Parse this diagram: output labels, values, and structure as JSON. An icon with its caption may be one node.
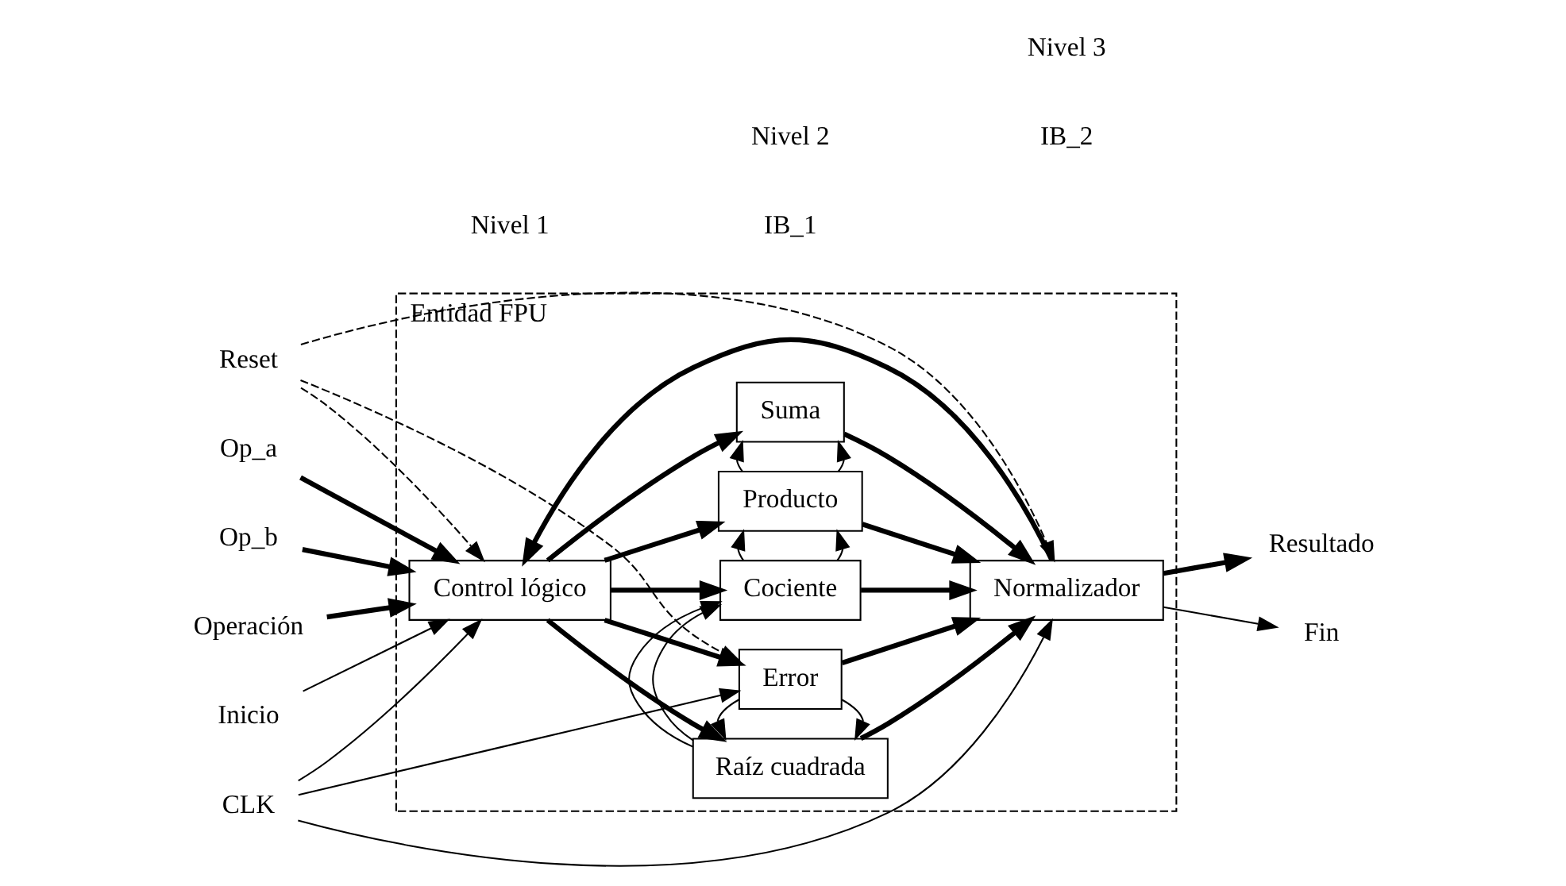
{
  "diagram": {
    "nodes": [
      {
        "text": [
          "Entidad FPU"
        ]
      },
      {
        "text": [
          "Op_a"
        ]
      },
      {
        "text": [
          "Op_b"
        ]
      },
      {
        "text": [
          "Operación"
        ]
      },
      {
        "text": [
          "Inicio"
        ]
      },
      {
        "text": [
          "Reset"
        ]
      },
      {
        "text": [
          "CLK"
        ]
      },
      {
        "text": [
          "Control lógico"
        ],
        "in": 0
      },
      {
        "text": [
          "Suma"
        ],
        "in": 0
      },
      {
        "text": [
          "Producto"
        ],
        "in": 0
      },
      {
        "text": [
          "Cociente"
        ],
        "in": 0
      },
      {
        "text": [
          "Raíz cuadrada"
        ],
        "in": 0
      },
      {
        "text": [
          "Error"
        ],
        "in": 0
      },
      {
        "text": [
          "Normalizador"
        ],
        "in": 0
      },
      {
        "text": [
          "Resultado"
        ]
      },
      {
        "text": [
          "Fin"
        ]
      }
    ],
    "edges": [
      {
        "from": 1,
        "to": 7,
        "arrow": "to",
        "style": "thick"
      },
      {
        "from": 2,
        "to": 7,
        "arrow": "to",
        "style": "thick"
      },
      {
        "from": 3,
        "to": 7,
        "arrow": "to",
        "style": "thick"
      },
      {
        "from": 4,
        "to": 7,
        "arrow": "to"
      },
      {
        "from": 5,
        "to": 7,
        "arrow": "to",
        "style": "dashed"
      },
      {
        "from": 6,
        "to": 7,
        "arrow": "to"
      },
      {
        "from": 7,
        "to": 8,
        "arrow": "to",
        "style": "thick"
      },
      {
        "from": 7,
        "to": 9,
        "arrow": "to",
        "style": "thick"
      },
      {
        "from": 7,
        "to": 10,
        "arrow": "to",
        "style": "thick"
      },
      {
        "from": 7,
        "to": 11,
        "arrow": "to",
        "style": "thick"
      },
      {
        "from": 7,
        "to": 12,
        "arrow": "to",
        "style": "thick"
      },
      {
        "from": 6,
        "to": 12,
        "arrow": "to"
      },
      {
        "from": 5,
        "to": 12,
        "arrow": "to",
        "style": "dashed"
      },
      {
        "from": 12,
        "to": 11,
        "arrow": "to"
      },
      {
        "from": 12,
        "to": 11,
        "arrow": "to"
      },
      {
        "from": 11,
        "to": 10,
        "arrow": "to"
      },
      {
        "from": 11,
        "to": 10,
        "arrow": "to"
      },
      {
        "from": 10,
        "to": 9,
        "arrow": "to"
      },
      {
        "from": 10,
        "to": 9,
        "arrow": "to"
      },
      {
        "from": 9,
        "to": 8,
        "arrow": "to"
      },
      {
        "from": 9,
        "to": 8,
        "arrow": "to"
      },
      {
        "from": 6,
        "to": 13,
        "arrow": "to"
      },
      {
        "from": 5,
        "to": 13,
        "arrow": "to",
        "style": "dashed"
      },
      {
        "from": 8,
        "to": 13,
        "arrow": "to",
        "style": "thick"
      },
      {
        "from": 9,
        "to": 13,
        "arrow": "to",
        "style": "thick"
      },
      {
        "from": 10,
        "to": 13,
        "arrow": "to",
        "style": "thick"
      },
      {
        "from": 11,
        "to": 13,
        "arrow": "to",
        "style": "thick"
      },
      {
        "from": 12,
        "to": 13,
        "arrow": "to",
        "style": "thick"
      },
      {
        "from": 13,
        "to": 14,
        "arrow": "to",
        "style": "thick"
      },
      {
        "from": 13,
        "to": 7,
        "arrow": "to",
        "style": "thick"
      },
      {
        "from": 13,
        "to": 15,
        "arrow": "to"
      }
    ],
    "labels": [
      "Nivel 1",
      "Nivel 2",
      "Nivel 3",
      "IB_1",
      "IB_2"
    ]
  }
}
